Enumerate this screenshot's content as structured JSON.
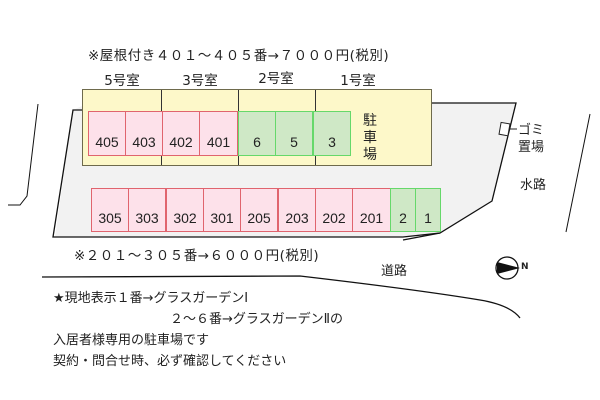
{
  "notes": {
    "top_price": "※屋根付き４０１～４０５番→７０００円(税別)",
    "bottom_price": "※２０１～３０５番→６０００円(税別)"
  },
  "rooms": [
    {
      "label": "5号室"
    },
    {
      "label": "3号室"
    },
    {
      "label": "2号室"
    },
    {
      "label": "1号室"
    }
  ],
  "parking_label": "駐車場",
  "covered_slots": [
    {
      "number": "405",
      "type": "paid"
    },
    {
      "number": "403",
      "type": "paid"
    },
    {
      "number": "402",
      "type": "paid"
    },
    {
      "number": "401",
      "type": "paid"
    },
    {
      "number": "6",
      "type": "resident"
    },
    {
      "number": "5",
      "type": "resident"
    },
    {
      "number": "3",
      "type": "resident"
    }
  ],
  "open_slots": [
    {
      "number": "305",
      "type": "paid"
    },
    {
      "number": "303",
      "type": "paid"
    },
    {
      "number": "302",
      "type": "paid"
    },
    {
      "number": "301",
      "type": "paid"
    },
    {
      "number": "205",
      "type": "paid"
    },
    {
      "number": "203",
      "type": "paid"
    },
    {
      "number": "202",
      "type": "paid"
    },
    {
      "number": "201",
      "type": "paid"
    },
    {
      "number": "2",
      "type": "resident"
    },
    {
      "number": "1",
      "type": "resident"
    }
  ],
  "labels": {
    "garbage_line1": "ゴミ",
    "garbage_line2": "置場",
    "waterway": "水路",
    "road": "道路",
    "compass": "N"
  },
  "footer": {
    "line1": "★現地表示１番→グラスガーデンⅠ",
    "line2": "２～６番→グラスガーデンⅡの",
    "line3": "入居者様専用の駐車場です",
    "line4": "契約・問合せ時、必ず確認してください"
  },
  "colors": {
    "building_fill": "#fdf8c9",
    "lot_fill": "#f2f2f2",
    "paid_slot_fill": "#fde1ea",
    "paid_slot_border": "#e0646e",
    "resident_slot_fill": "#cfe8c6",
    "resident_slot_border": "#66d86a"
  }
}
